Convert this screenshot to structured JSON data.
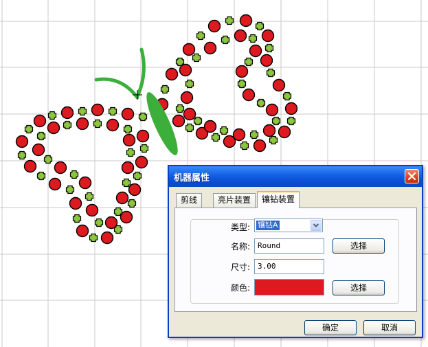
{
  "dialog": {
    "title": "机器属性",
    "tabs": [
      {
        "label": "剪线",
        "active": false
      },
      {
        "label": "亮片装置",
        "active": false
      },
      {
        "label": "镶钻装置",
        "active": true
      }
    ],
    "fields": {
      "type_label": "类型:",
      "type_value": "镶钻A",
      "name_label": "名称:",
      "name_value": "Round",
      "size_label": "尺寸:",
      "size_value": "3.00",
      "color_label": "颜色:",
      "color_value": "#dd1a1f"
    },
    "select_button": "选择",
    "ok_button": "确定",
    "cancel_button": "取消"
  },
  "canvas": {
    "background": "#ffffff",
    "grid_color": "#c8c8c8",
    "bead_red": "#dd1a1f",
    "bead_green": "#8cc63f",
    "butterfly_body": "#3cae3a"
  }
}
